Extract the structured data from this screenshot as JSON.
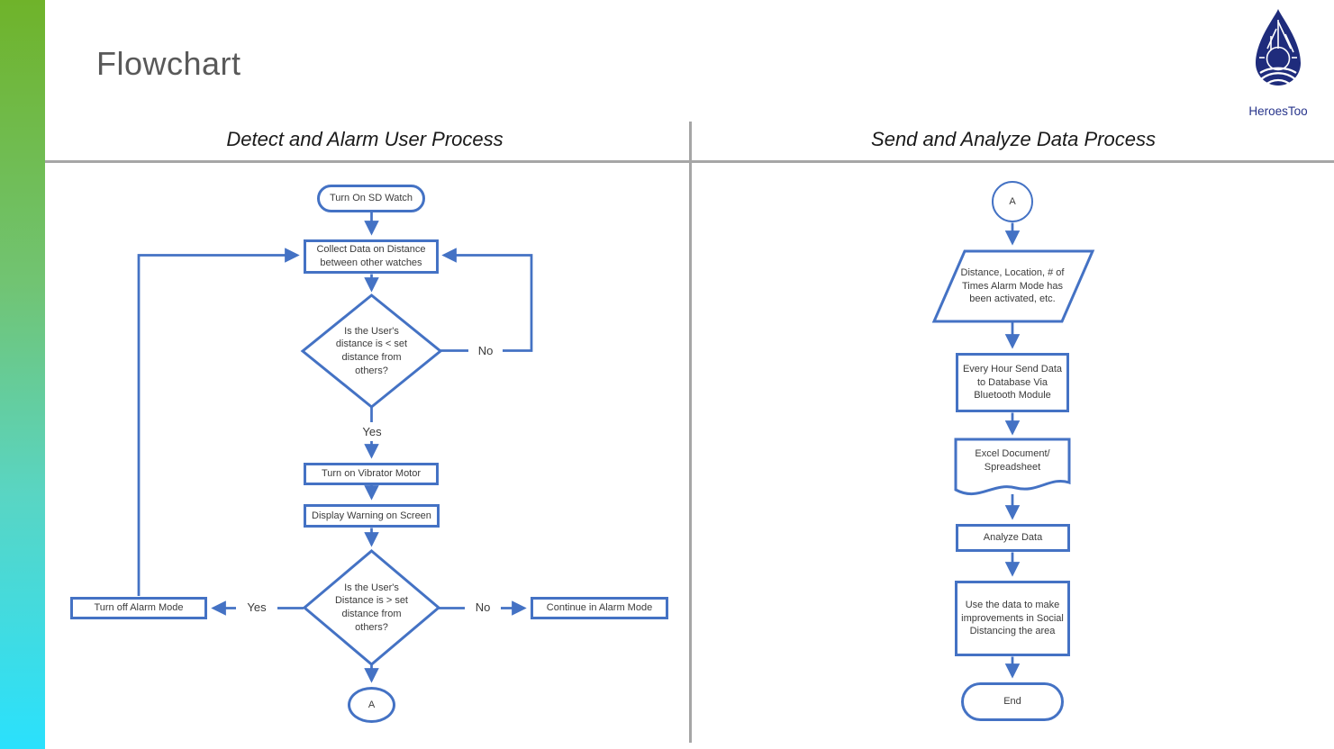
{
  "slide": {
    "title": "Flowchart",
    "brand": {
      "name": "HeroesToo"
    },
    "columns": {
      "left_header": "Detect and Alarm User Process",
      "right_header": "Send and Analyze Data Process"
    }
  },
  "colors": {
    "shape_border": "#4472c4",
    "connector_blue": "#4472c4",
    "divider_gray": "#a6a6a6",
    "title_gray": "#595959",
    "logo_navy": "#1f2c7c",
    "accent_bar_top": "#6fb32a",
    "accent_bar_bottom": "#2ae1fd"
  },
  "detect_process": {
    "nodes": {
      "start": "Turn On SD Watch",
      "collect": "Collect Data on Distance between other watches",
      "decision1": "Is the User's distance is < set distance from others?",
      "vibrator": "Turn on Vibrator Motor",
      "warning": "Display Warning on Screen",
      "decision2": "Is the User's Distance is > set distance from others?",
      "turn_off": "Turn off Alarm Mode",
      "continue": "Continue in Alarm Mode",
      "connector": "A"
    },
    "edge_labels": {
      "decision1_no": "No",
      "decision1_yes": "Yes",
      "decision2_yes": "Yes",
      "decision2_no": "No"
    }
  },
  "send_process": {
    "nodes": {
      "connector": "A",
      "data_input": "Distance, Location, # of Times Alarm Mode has been activated, etc.",
      "send": "Every Hour Send Data to Database Via Bluetooth Module",
      "document": "Excel Document/ Spreadsheet",
      "analyze": "Analyze Data",
      "use_data": "Use the data to make improvements in Social Distancing the area",
      "end": "End"
    }
  }
}
